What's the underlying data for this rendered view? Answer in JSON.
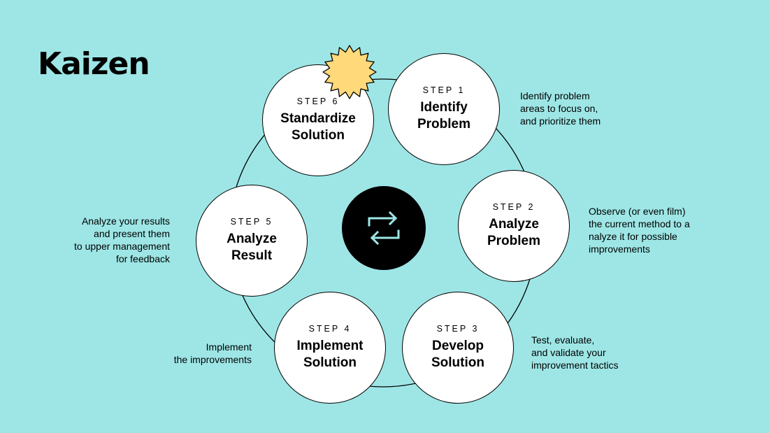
{
  "title": "Kaizen",
  "steps": [
    {
      "number": "STEP 1",
      "name": "Identify\nProblem",
      "description": "Identify problem\nareas to focus on,\nand prioritize them"
    },
    {
      "number": "STEP 2",
      "name": "Analyze\nProblem",
      "description": "Observe (or even film)\nthe current method to a\nnalyze it for possible\nimprovements"
    },
    {
      "number": "STEP 3",
      "name": "Develop\nSolution",
      "description": "Test, evaluate,\nand validate your\nimprovement tactics"
    },
    {
      "number": "STEP 4",
      "name": "Implement\nSolution",
      "description": "Implement\nthe improvements"
    },
    {
      "number": "STEP 5",
      "name": "Analyze\nResult",
      "description": "Analyze your results\nand present them\nto upper management\nfor feedback"
    },
    {
      "number": "STEP 6",
      "name": "Standardize\nSolution"
    }
  ],
  "colors": {
    "background": "#9ee6e6",
    "sun": "#ffd97a",
    "hub": "#000000",
    "hub_icon": "#9ee6e6"
  },
  "icons": {
    "center": "repeat-arrows-icon",
    "decoration": "sun-badge-icon"
  }
}
